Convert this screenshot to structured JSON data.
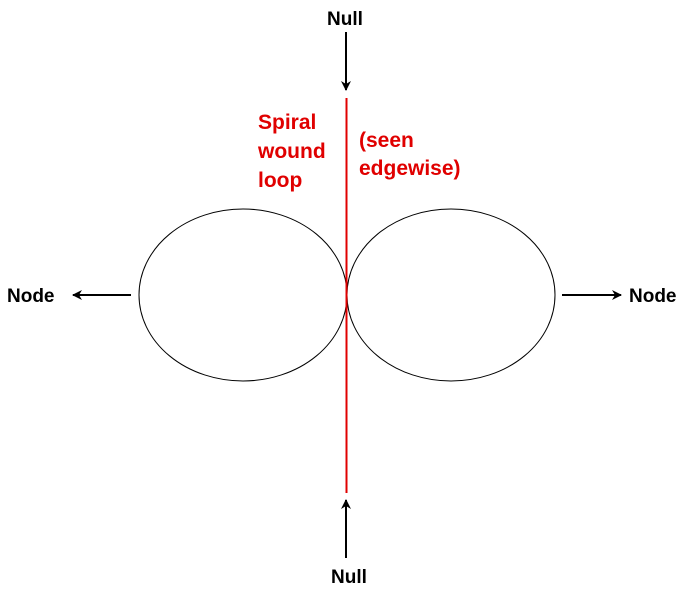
{
  "labels": {
    "null_top": "Null",
    "null_bottom": "Null",
    "node_left": "Node",
    "node_right": "Node",
    "loop_line1": "Spiral",
    "loop_line2": "wound",
    "loop_line3": "loop",
    "edge_line1": "(seen",
    "edge_line2": "edgewise)"
  },
  "colors": {
    "loop_line": "#e00000",
    "outline": "#000000",
    "label_red": "#e00000",
    "label_black": "#000000"
  }
}
